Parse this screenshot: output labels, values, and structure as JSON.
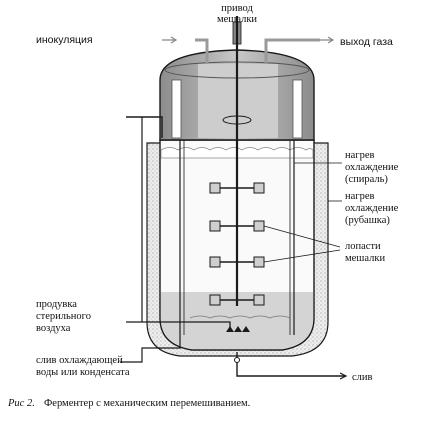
{
  "labels": {
    "drive_line1": "привод",
    "drive_line2": "мешалки",
    "inoculation": "инокуляция",
    "gas_outlet": "выход газа",
    "coil_line1": "нагрев",
    "coil_line2": "охлаждение",
    "coil_line3": "(спираль)",
    "jacket_line1": "нагрев",
    "jacket_line2": "охлаждение",
    "jacket_line3": "(рубашка)",
    "blades_line1": "лопасти",
    "blades_line2": "мешалки",
    "air_line1": "продувка",
    "air_line2": "стерильного",
    "air_line3": "воздуха",
    "coolant_line1": "слив  охлаждающей",
    "coolant_line2": "воды или конденсата",
    "drain": "слив"
  },
  "caption": {
    "prefix": "Рис 2.",
    "text": "Ферментер с механическим перемешиванием."
  },
  "colors": {
    "head_gray": "#9a9a9a",
    "head_light": "#cfcfcf",
    "jacket_fill": "#ececec",
    "liquid_fill": "#f4f4f4",
    "bottom_fill": "#d2d2d2",
    "line": "#1a1a1a"
  }
}
